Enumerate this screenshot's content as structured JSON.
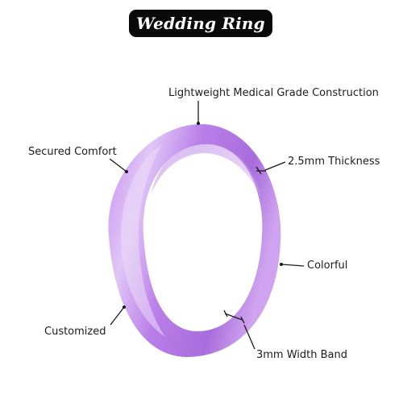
{
  "title": "Wedding Ring",
  "colors": {
    "ring_light": "#d9b8f3",
    "ring_mid": "#bd83ea",
    "ring_dark": "#9f5ed4",
    "leader_line": "#1a1a1a",
    "badge_bg": "#0a0a0a"
  },
  "callouts": {
    "lightweight": "Lightweight Medical Grade Construction",
    "secured": "Secured Comfort",
    "thickness": "2.5mm Thickness",
    "colorful": "Colorful",
    "customized": "Customized",
    "width": "3mm Width Band"
  }
}
